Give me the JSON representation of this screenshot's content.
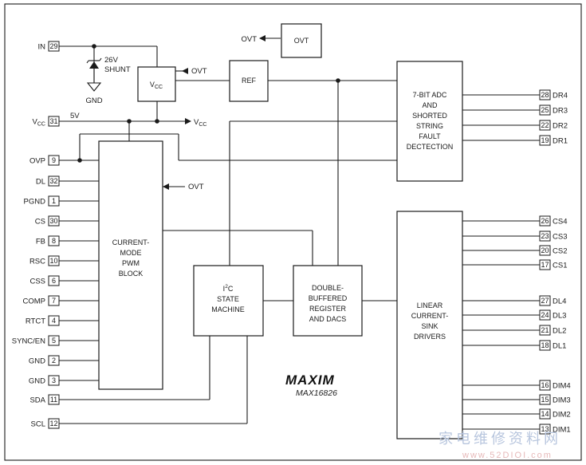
{
  "left_pins": [
    {
      "name": "IN",
      "num": "29"
    },
    {
      "name": "VCC",
      "num": "31"
    },
    {
      "name": "OVP",
      "num": "9"
    },
    {
      "name": "DL",
      "num": "32"
    },
    {
      "name": "PGND",
      "num": "1"
    },
    {
      "name": "CS",
      "num": "30"
    },
    {
      "name": "FB",
      "num": "8"
    },
    {
      "name": "RSC",
      "num": "10"
    },
    {
      "name": "CSS",
      "num": "6"
    },
    {
      "name": "COMP",
      "num": "7"
    },
    {
      "name": "RTCT",
      "num": "4"
    },
    {
      "name": "SYNC/EN",
      "num": "5"
    },
    {
      "name": "GND",
      "num": "2"
    },
    {
      "name": "GND",
      "num": "3"
    },
    {
      "name": "SDA",
      "num": "11"
    },
    {
      "name": "SCL",
      "num": "12"
    }
  ],
  "right_pins": [
    {
      "name": "DR4",
      "num": "28"
    },
    {
      "name": "DR3",
      "num": "25"
    },
    {
      "name": "DR2",
      "num": "22"
    },
    {
      "name": "DR1",
      "num": "19"
    },
    {
      "name": "CS4",
      "num": "26"
    },
    {
      "name": "CS3",
      "num": "23"
    },
    {
      "name": "CS2",
      "num": "20"
    },
    {
      "name": "CS1",
      "num": "17"
    },
    {
      "name": "DL4",
      "num": "27"
    },
    {
      "name": "DL3",
      "num": "24"
    },
    {
      "name": "DL2",
      "num": "21"
    },
    {
      "name": "DL1",
      "num": "18"
    },
    {
      "name": "DIM4",
      "num": "16"
    },
    {
      "name": "DIM3",
      "num": "15"
    },
    {
      "name": "DIM2",
      "num": "14"
    },
    {
      "name": "DIM1",
      "num": "13"
    }
  ],
  "blocks": {
    "ovt": "OVT",
    "vcc_reg": "V",
    "vcc_sub": "CC",
    "ref": "REF",
    "adc": [
      "7-BIT ADC",
      "AND",
      "SHORTED",
      "STRING",
      "FAULT",
      "DECTECTION"
    ],
    "pwm": [
      "CURRENT-",
      "MODE",
      "PWM",
      "BLOCK"
    ],
    "i2c_i": "I",
    "i2c_sup": "2",
    "i2c_c": "C",
    "i2c_rest": [
      "STATE",
      "MACHINE"
    ],
    "dacs": [
      "DOUBLE-",
      "BUFFERED",
      "REGISTER",
      "AND DACS"
    ],
    "drivers": [
      "LINEAR",
      "CURRENT-",
      "SINK",
      "DRIVERS"
    ]
  },
  "labels": {
    "ovt_out": "OVT",
    "ovt_vcc": "OVT",
    "ovt_pwm": "OVT",
    "shunt_1": "26V",
    "shunt_2": "SHUNT",
    "gnd": "GND",
    "five_v": "5V",
    "vcc_out": "V",
    "vcc_out_sub": "CC"
  },
  "branding": {
    "logo": "MAXIM",
    "part": "MAX16826"
  },
  "watermark": {
    "cn": "家电维修资料网",
    "url": "www.52DIOI.com"
  }
}
